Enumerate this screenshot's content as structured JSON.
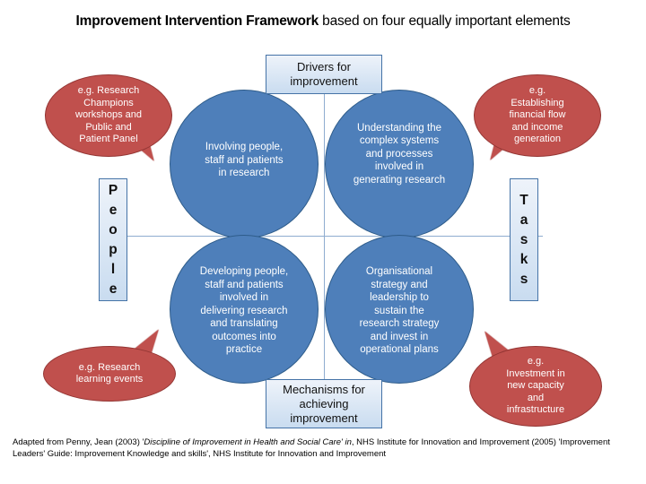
{
  "title": {
    "bold_part": "Improvement Intervention Framework",
    "rest_part": " based on four equally important elements"
  },
  "diagram": {
    "top_label": "Drivers for\nimprovement",
    "bottom_label": "Mechanisms for\nachieving\nimprovement",
    "left_label": "P\ne\no\np\nl\ne",
    "right_label": "T\na\ns\nk\ns",
    "circles": [
      {
        "id": "top-left",
        "text": "Involving people,\nstaff and patients\nin research"
      },
      {
        "id": "top-right",
        "text": "Understanding the\ncomplex systems\nand processes\ninvolved in\ngenerating research"
      },
      {
        "id": "bottom-left",
        "text": "Developing people,\nstaff and patients\ninvolved in\ndelivering research\nand translating\noutcomes into\npractice"
      },
      {
        "id": "bottom-right",
        "text": "Organisational\nstrategy and\nleadership to\nsustain the\nresearch strategy\nand invest in\noperational plans"
      }
    ],
    "callouts": [
      {
        "id": "top-left",
        "text": "e.g. Research\nChampions\nworkshops and\nPublic and\nPatient Panel"
      },
      {
        "id": "top-right",
        "text": "e.g.\nEstablishing\nfinancial flow\nand income\ngeneration"
      },
      {
        "id": "bottom-left",
        "text": "e.g. Research\nlearning events"
      },
      {
        "id": "bottom-right",
        "text": "e.g.\nInvestment in\nnew capacity\nand\ninfrastructure"
      }
    ]
  },
  "footnote": {
    "part1": "Adapted from Penny, Jean (2003) '",
    "italic1": "Discipline of Improvement in Health and Social Care' in",
    "part2": ", NHS Institute for Innovation and Improvement (2005) 'Improvement Leaders' Guide: Improvement Knowledge and skills', NHS Institute for Innovation and Improvement"
  },
  "colors": {
    "circle_fill": "#4E7FBA",
    "circle_border": "#2E5C8A",
    "callout_fill": "#C0504D",
    "callout_border": "#943634",
    "box_border": "#4573A7",
    "connector": "#8FADD0"
  }
}
